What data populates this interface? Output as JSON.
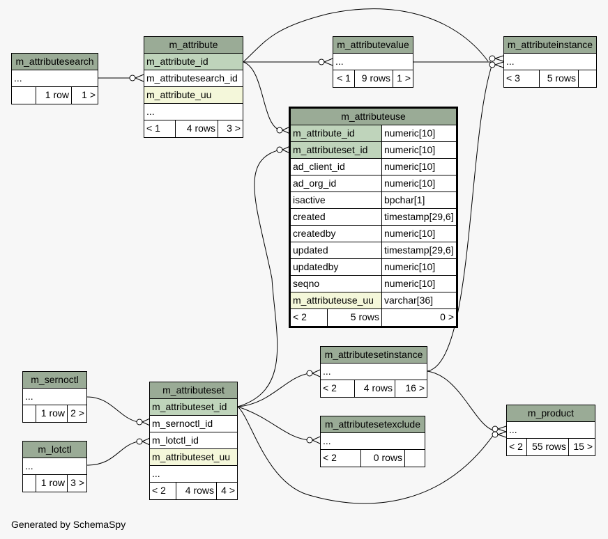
{
  "footer": "Generated by SchemaSpy",
  "tables": {
    "m_attributesearch": {
      "name": "m_attributesearch",
      "rows": [
        "..."
      ],
      "stats": [
        "",
        "1 row",
        "1 >"
      ]
    },
    "m_attribute": {
      "name": "m_attribute",
      "rows": [
        "m_attribute_id",
        "m_attributesearch_id",
        "m_attribute_uu",
        "..."
      ],
      "stats": [
        "< 1",
        "4 rows",
        "3 >"
      ]
    },
    "m_attributevalue": {
      "name": "m_attributevalue",
      "rows": [
        "..."
      ],
      "stats": [
        "< 1",
        "9 rows",
        "1 >"
      ]
    },
    "m_attributeinstance": {
      "name": "m_attributeinstance",
      "rows": [
        "..."
      ],
      "stats": [
        "< 3",
        "5 rows",
        ""
      ]
    },
    "m_attributeuse": {
      "name": "m_attributeuse",
      "columns": [
        {
          "name": "m_attribute_id",
          "type": "numeric[10]"
        },
        {
          "name": "m_attributeset_id",
          "type": "numeric[10]"
        },
        {
          "name": "ad_client_id",
          "type": "numeric[10]"
        },
        {
          "name": "ad_org_id",
          "type": "numeric[10]"
        },
        {
          "name": "isactive",
          "type": "bpchar[1]"
        },
        {
          "name": "created",
          "type": "timestamp[29,6]"
        },
        {
          "name": "createdby",
          "type": "numeric[10]"
        },
        {
          "name": "updated",
          "type": "timestamp[29,6]"
        },
        {
          "name": "updatedby",
          "type": "numeric[10]"
        },
        {
          "name": "seqno",
          "type": "numeric[10]"
        },
        {
          "name": "m_attributeuse_uu",
          "type": "varchar[36]"
        }
      ],
      "stats": [
        "< 2",
        "5 rows",
        "0 >"
      ]
    },
    "m_sernoctl": {
      "name": "m_sernoctl",
      "rows": [
        "..."
      ],
      "stats": [
        "",
        "1 row",
        "2 >"
      ]
    },
    "m_lotctl": {
      "name": "m_lotctl",
      "rows": [
        "..."
      ],
      "stats": [
        "",
        "1 row",
        "3 >"
      ]
    },
    "m_attributeset": {
      "name": "m_attributeset",
      "rows": [
        "m_attributeset_id",
        "m_sernoctl_id",
        "m_lotctl_id",
        "m_attributeset_uu",
        "..."
      ],
      "stats": [
        "< 2",
        "4 rows",
        "4 >"
      ]
    },
    "m_attributesetinstance": {
      "name": "m_attributesetinstance",
      "rows": [
        "..."
      ],
      "stats": [
        "< 2",
        "4 rows",
        "16 >"
      ]
    },
    "m_attributesetexclude": {
      "name": "m_attributesetexclude",
      "rows": [
        "..."
      ],
      "stats": [
        "< 2",
        "0 rows",
        ""
      ]
    },
    "m_product": {
      "name": "m_product",
      "rows": [
        "..."
      ],
      "stats": [
        "< 2",
        "55 rows",
        "15 >"
      ]
    }
  }
}
